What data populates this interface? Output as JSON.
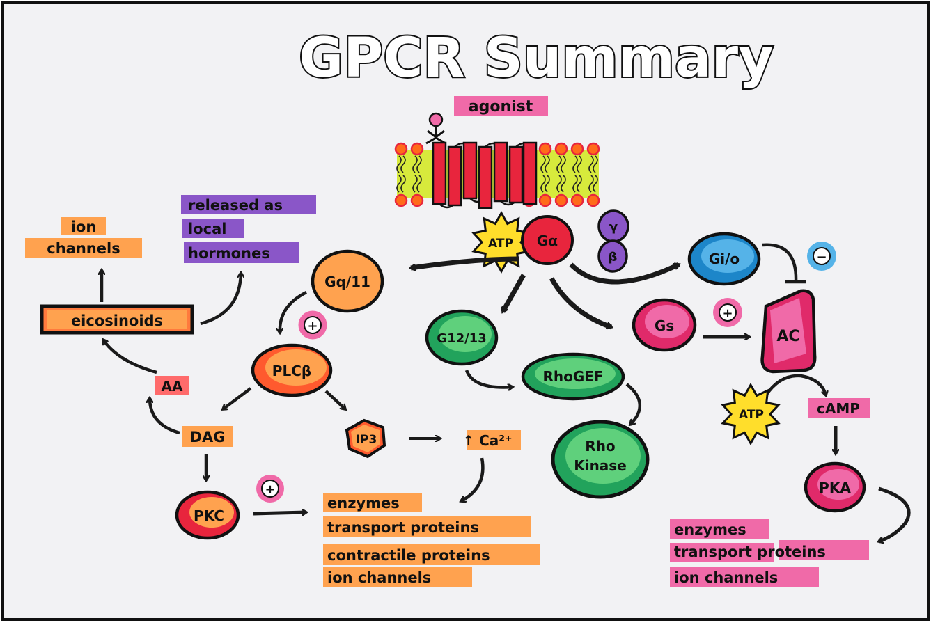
{
  "title": "GPCR Summary",
  "agonist_label": "agonist",
  "colors": {
    "pink": "#f06aa8",
    "orange": "#ffa24f",
    "purple": "#8a56c8",
    "red": "#e8253d",
    "green": "#22a35c",
    "blue": "#1d86c9",
    "lime": "#d7ea3c",
    "yellow": "#ffde2b"
  },
  "nodes": {
    "galpha": "Gα",
    "gamma": "γ",
    "beta": "β",
    "atp_top": "ATP",
    "gq11": "Gq/11",
    "g1213": "G12/13",
    "gio": "Gi/o",
    "gs": "Gs",
    "ac": "AC",
    "plcb": "PLCβ",
    "rhogef": "RhoGEF",
    "rho_kinase_1": "Rho",
    "rho_kinase_2": "Kinase",
    "atp_ac": "ATP",
    "camp": "cAMP",
    "pka": "PKA",
    "ip3": "IP3",
    "ca": "↑ Ca²⁺",
    "dag": "DAG",
    "aa": "AA",
    "pkc": "PKC",
    "eicosanoids": "eicosinoids"
  },
  "signs": {
    "plus": "+",
    "minus": "−"
  },
  "boxes": {
    "ion_channels_left": [
      "ion",
      "channels"
    ],
    "released": [
      "released as",
      "local",
      "hormones"
    ],
    "targets_middle": [
      "enzymes",
      "transport proteins",
      "contractile proteins",
      "ion channels"
    ],
    "targets_right": [
      "enzymes",
      "transport proteins",
      "ion channels"
    ]
  }
}
